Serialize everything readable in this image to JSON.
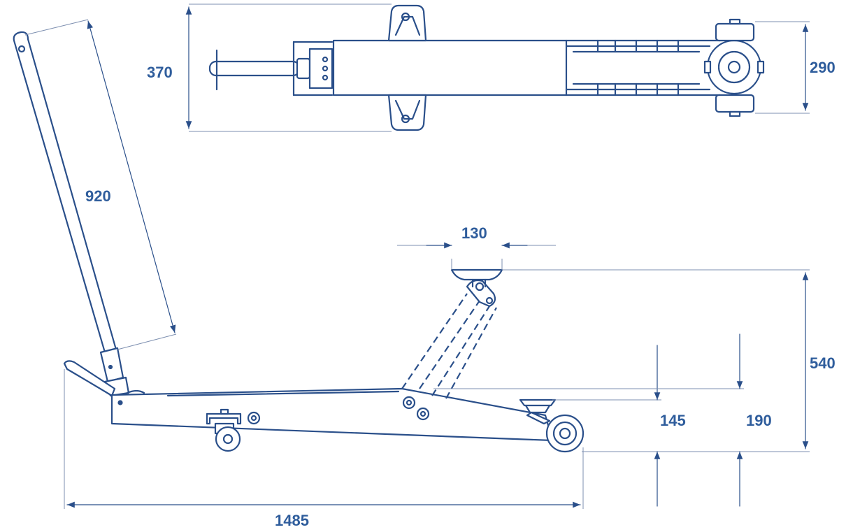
{
  "dimensions": {
    "top_width": "370",
    "wheel_track": "290",
    "handle_length": "920",
    "saddle_width": "130",
    "max_height": "540",
    "min_height_a": "145",
    "min_height_b": "190",
    "overall_length": "1485"
  },
  "colors": {
    "line": "#2a4f8a",
    "dimension_text": "#2f5d9c",
    "extension_line": "#7d8fb0",
    "background": "#ffffff"
  }
}
